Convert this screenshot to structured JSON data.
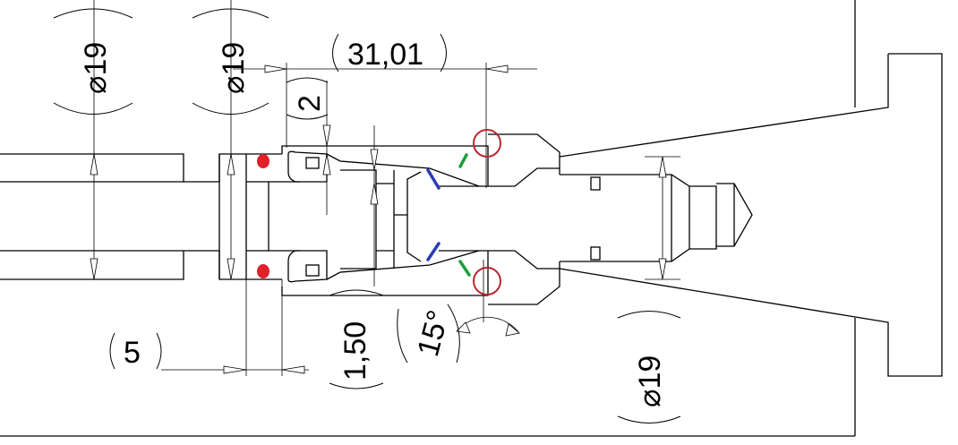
{
  "dimensions": {
    "dia_left_outer": "⌀19",
    "dia_left_inner": "⌀19",
    "length_top": "31,01",
    "gap_small": "2",
    "offset_left": "5",
    "thickness": "1,50",
    "angle": "15°",
    "dia_right": "⌀19"
  },
  "colors": {
    "marker_red": "#e0202a",
    "marker_circle": "#b8282e",
    "marker_blue": "#2a3bb5",
    "marker_green": "#1e9e3c"
  }
}
